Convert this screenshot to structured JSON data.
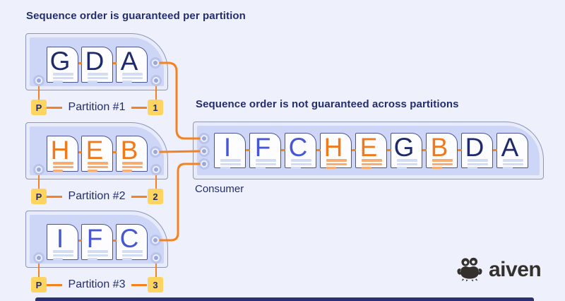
{
  "headings": {
    "per_partition": "Sequence order is guaranteed per partition",
    "across_partitions": "Sequence order is not guaranteed across partitions"
  },
  "partitions": [
    {
      "label": "Partition #1",
      "partition_badge": "P",
      "offset_badge": "1",
      "messages": [
        {
          "letter": "G",
          "color": "navy"
        },
        {
          "letter": "D",
          "color": "navy"
        },
        {
          "letter": "A",
          "color": "navy"
        }
      ]
    },
    {
      "label": "Partition #2",
      "partition_badge": "P",
      "offset_badge": "2",
      "messages": [
        {
          "letter": "H",
          "color": "orange"
        },
        {
          "letter": "E",
          "color": "orange"
        },
        {
          "letter": "B",
          "color": "orange"
        }
      ]
    },
    {
      "label": "Partition #3",
      "partition_badge": "P",
      "offset_badge": "3",
      "messages": [
        {
          "letter": "I",
          "color": "blue"
        },
        {
          "letter": "F",
          "color": "blue"
        },
        {
          "letter": "C",
          "color": "blue"
        }
      ]
    }
  ],
  "consumer": {
    "label": "Consumer",
    "messages": [
      {
        "letter": "I",
        "color": "blue"
      },
      {
        "letter": "F",
        "color": "blue"
      },
      {
        "letter": "C",
        "color": "blue"
      },
      {
        "letter": "H",
        "color": "orange"
      },
      {
        "letter": "E",
        "color": "orange"
      },
      {
        "letter": "G",
        "color": "navy"
      },
      {
        "letter": "B",
        "color": "orange"
      },
      {
        "letter": "D",
        "color": "navy"
      },
      {
        "letter": "A",
        "color": "navy"
      }
    ]
  },
  "logo": {
    "text": "aiven",
    "icon": "crab-icon"
  },
  "colors": {
    "background": "#eef1fc",
    "navy": "#232d6d",
    "orange": "#f5821f",
    "blue_letter": "#4656d4",
    "badge_yellow": "#fcd45f",
    "inner_fill": "#cdd6f6",
    "logo_charcoal": "#34312c"
  }
}
